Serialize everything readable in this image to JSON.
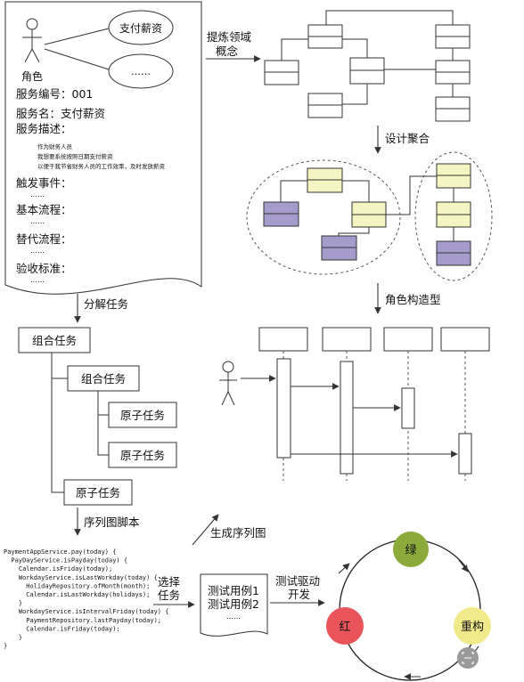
{
  "use_case": {
    "actor_label": "角色",
    "bubble_1": "支付薪资",
    "bubble_2": "……",
    "service_no": "服务编号：001",
    "service_name": "服务名：支付薪资",
    "service_desc_label": "服务描述：",
    "desc_line_1": "作为财务人员",
    "desc_line_2": "我想要系统按照日期支付薪资",
    "desc_line_3": "以便于我节省财务人员的工作效率，及时发放薪资",
    "trigger": "触发事件：",
    "basic_flow": "基本流程：",
    "alt_flow": "替代流程：",
    "acceptance": "验收标准：",
    "ellipsis": "……"
  },
  "steps": {
    "refine_line1": "提炼领域",
    "refine_line2": "概念",
    "design_aggregate": "设计聚合",
    "role_modeling": "角色构造型",
    "decompose": "分解任务",
    "seq_script": "序列图脚本",
    "gen_seq": "生成序列图",
    "choose_line1": "选择",
    "choose_line2": "任务",
    "tdd_line1": "测试驱动",
    "tdd_line2": "开发"
  },
  "tasks": {
    "root": "组合任务",
    "child_composite": "组合任务",
    "atomic_1": "原子任务",
    "atomic_2": "原子任务",
    "atomic_3": "原子任务"
  },
  "code_lines": [
    "PaymentAppService.pay(today) {",
    "  PayDayService.isPayday(today) {",
    "    Calendar.isFriday(today);",
    "    WorkdayService.isLastWorkday(today) {",
    "      HolidayRepository.ofMonth(month);",
    "      Calendar.isLastWorkday(holidays);",
    "    }",
    "    WorkdayService.isIntervalFriday(today) {",
    "      PaymentRepository.lastPayday(today);",
    "      Calendar.isFriday(today);",
    "    }",
    "}"
  ],
  "tests": {
    "case_1": "测试用例1",
    "case_2": "测试用例2",
    "more": "……"
  },
  "tdd_cycle": {
    "green": "绿",
    "refactor": "重构",
    "red": "红",
    "green_color": "#8aab3a",
    "refactor_color": "#f2ea8a",
    "red_color": "#e9545a"
  },
  "colors": {
    "aggregate_yellow": "#f5f5c3",
    "aggregate_purple": "#a59ccc"
  }
}
